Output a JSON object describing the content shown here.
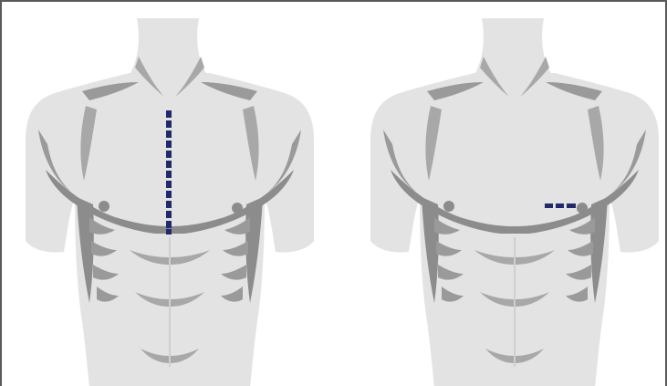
{
  "figure": {
    "panels": [
      {
        "id": "left-torso",
        "incision": "vertical-midline-sternal-line"
      },
      {
        "id": "right-torso",
        "incision": "short-horizontal-left-submammary-line"
      }
    ],
    "colors": {
      "skin": "#e3e3e3",
      "skin_texture": "#d8d8d8",
      "muscle_shadow": "#8c8c8c",
      "muscle_shadow_light": "#a9a9a9",
      "incision_line": "#1f2a6b",
      "frame_border": "#5a5a5a",
      "background": "#ffffff"
    }
  }
}
